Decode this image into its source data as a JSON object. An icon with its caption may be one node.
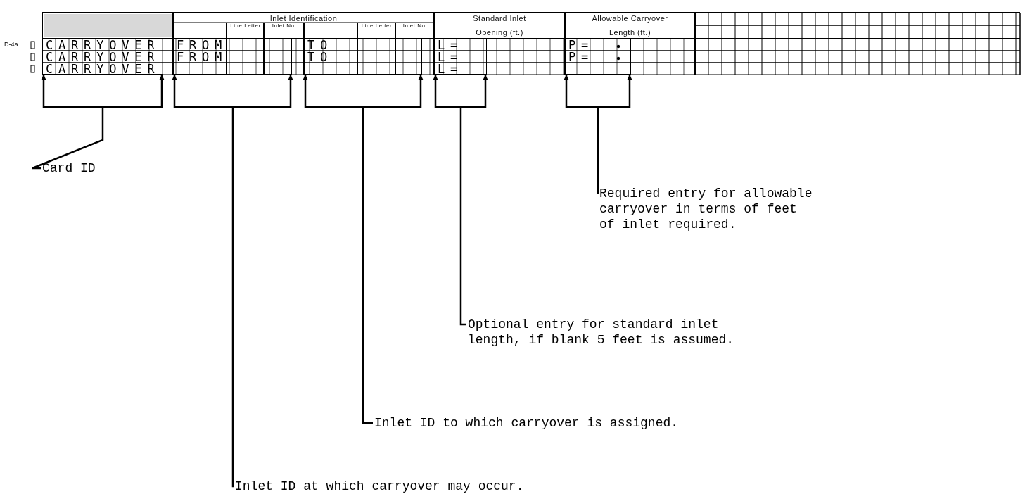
{
  "diagram": {
    "nodes": [
      {
        "text": [],
        "shape": "box"
      },
      {
        "text": [],
        "shape": "box"
      },
      {
        "text": [],
        "shape": "box"
      },
      {
        "text": [],
        "shape": "box"
      },
      {
        "text": [],
        "shape": "box"
      },
      {
        "text": [
          "Card ID"
        ]
      },
      {
        "text": [
          "Required entry for allowable carryover in terms of feet of inlet required."
        ]
      },
      {
        "text": [
          "Optional entry for standard inlet length, if blank 5 feet is assumed."
        ]
      },
      {
        "text": [
          "Inlet ID to which carryover is assigned."
        ]
      },
      {
        "text": [
          "Inlet ID at which carryover may occur."
        ]
      }
    ],
    "edges": [
      {
        "from": 5,
        "to": 0,
        "arrow": "to"
      },
      {
        "from": 6,
        "to": 4,
        "arrow": "to"
      },
      {
        "from": 7,
        "to": 3,
        "arrow": "to"
      },
      {
        "from": 8,
        "to": 2,
        "arrow": "to"
      },
      {
        "from": 9,
        "to": 1,
        "arrow": "to"
      }
    ],
    "labels": [
      "D-4a",
      "Inlet Identification",
      "Line Letter",
      "Inlet No.",
      "Line Letter",
      "Inlet No.",
      "Standard Inlet",
      "Opening (ft.)",
      "Allowable Carryover",
      "Length (ft.)",
      "CARRYOVER",
      "FROM",
      "TO",
      "L=",
      "P=",
      "CARRYOVER",
      "FROM",
      "TO",
      "L=",
      "P=",
      "CARRYOVER",
      "L="
    ]
  }
}
